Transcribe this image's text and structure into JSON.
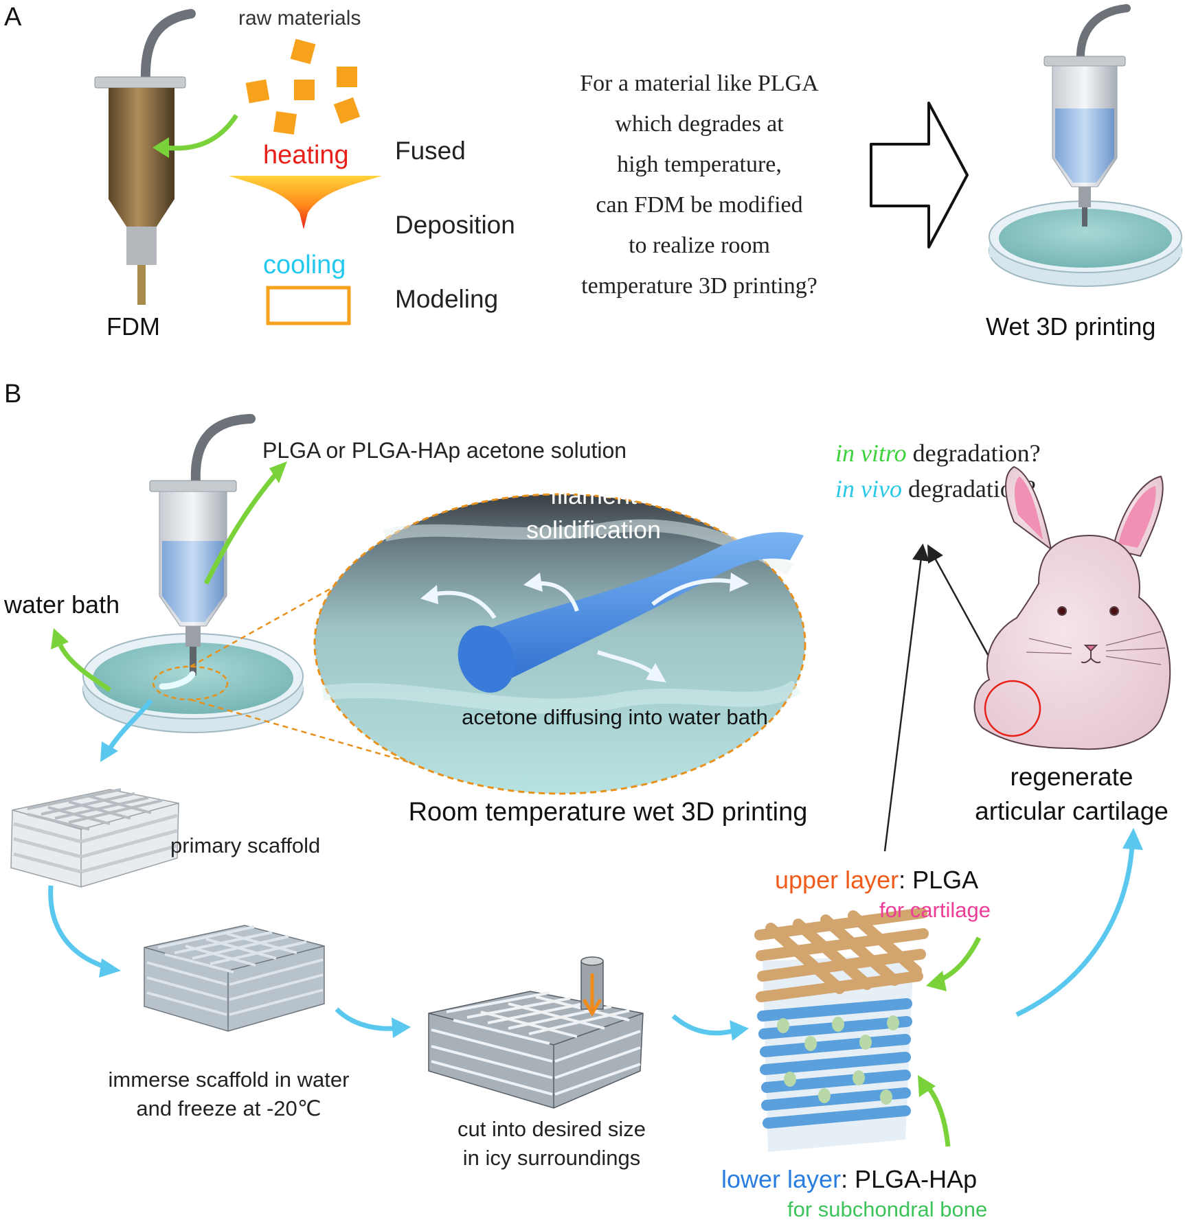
{
  "panel_a": {
    "label": "A",
    "raw_materials": "raw materials",
    "heating": "heating",
    "cooling": "cooling",
    "fused": "Fused",
    "deposition": "Deposition",
    "modeling": "Modeling",
    "fdm": "FDM",
    "question_lines": [
      "For a material like PLGA",
      "which degrades at",
      "high temperature,",
      "can FDM be modified",
      "to realize room",
      "temperature 3D printing?"
    ],
    "wet_3d_printing": "Wet 3D printing"
  },
  "panel_b": {
    "label": "B",
    "solution": "PLGA or PLGA-HAp acetone solution",
    "water_bath": "water bath",
    "filament_line1": "filament",
    "filament_line2": "solidification",
    "acetone_diffusing": "acetone diffusing into water bath",
    "room_temp": "Room temperature wet 3D printing",
    "primary_scaffold": "primary scaffold",
    "immerse_line1": "immerse scaffold in water",
    "immerse_line2": "and freeze at -20℃",
    "cut_line1": "cut into desired size",
    "cut_line2": "in icy surroundings",
    "upper_layer": "upper layer",
    "upper_material": ": PLGA",
    "for_cartilage": "for cartilage",
    "lower_layer": "lower layer",
    "lower_material": ": PLGA-HAp",
    "for_bone": "for subchondral bone",
    "in_vitro": "in vitro",
    "in_vivo": "in vivo",
    "degradation_q": " degradation?",
    "regenerate_line1": "regenerate",
    "regenerate_line2": "articular cartilage"
  },
  "colors": {
    "heating": "#e8201a",
    "cooling": "#22c8ee",
    "orange": "#f7a21c",
    "green_arrow": "#7ad23a",
    "blue_arrow": "#5ac8ee",
    "upper_red": "#f05a1a",
    "cartilage_pink": "#ee3c96",
    "lower_blue": "#2a7de0",
    "bone_green": "#3cc35a",
    "vitro_green": "#3cd23c",
    "vivo_cyan": "#28c8e6",
    "scaffold_tan": "#d2a46e",
    "scaffold_blue": "#5aa0dc"
  }
}
